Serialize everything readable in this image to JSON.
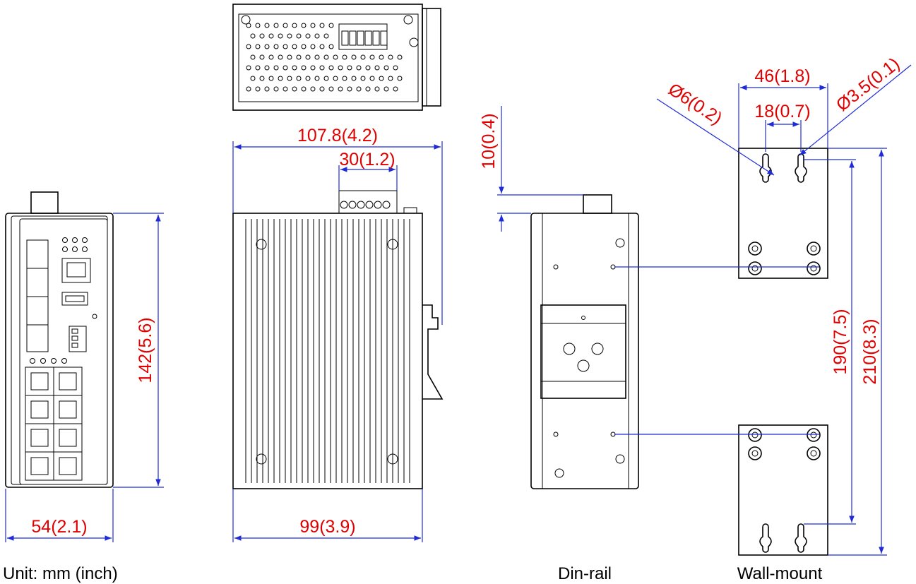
{
  "unit_label": "Unit: mm (inch)",
  "views": {
    "din_rail": "Din-rail",
    "wall_mount": "Wall-mount"
  },
  "dimensions": {
    "front_width": "54(2.1)",
    "front_height": "142(5.6)",
    "side_total_depth": "107.8(4.2)",
    "terminal_width": "30(1.2)",
    "side_depth": "99(3.9)",
    "din_offset": "10(0.4)",
    "wall_hole_spacing": "46(1.8)",
    "wall_slot_spacing": "18(0.7)",
    "hole_large": "Ø6(0.2)",
    "hole_small": "Ø3.5(0.1)",
    "wall_inner_height": "190(7.5)",
    "wall_total_height": "210(8.3)"
  },
  "colors": {
    "dimension_line": "#1f2bd6",
    "dimension_text": "#e00000",
    "outline": "#000000"
  }
}
